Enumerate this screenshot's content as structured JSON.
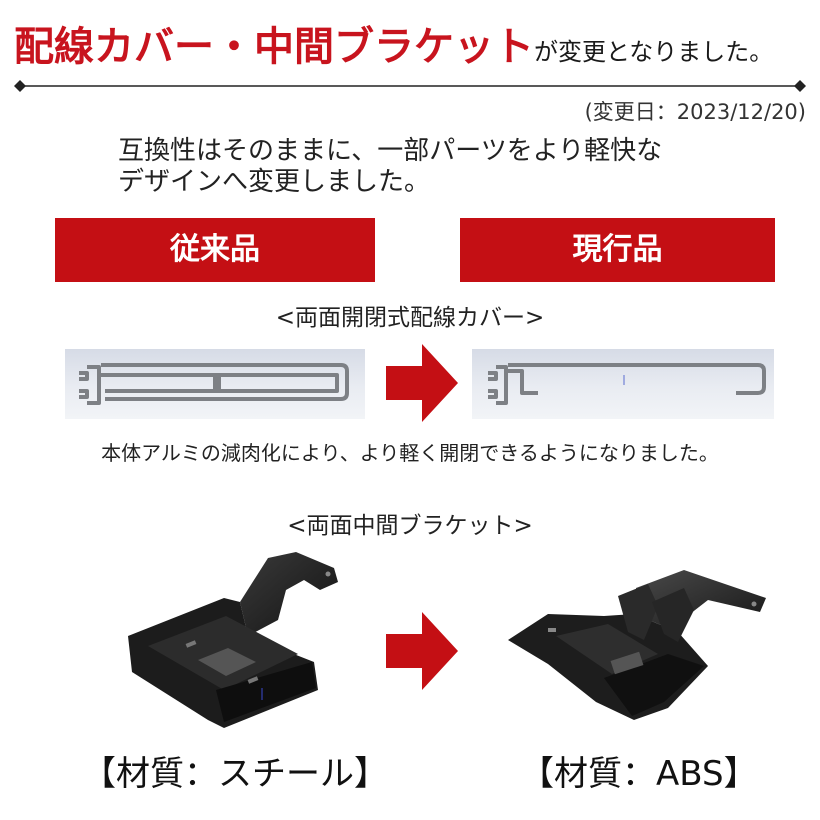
{
  "header": {
    "title_main": "配線カバー・中間ブラケット",
    "title_suffix": "が変更となりました。",
    "date": "(変更日：2023/12/20)"
  },
  "lead": {
    "line1": "互換性はそのままに、一部パーツをより軽快な",
    "line2": "デザインへ変更しました。"
  },
  "labels": {
    "old": "従来品",
    "new": "現行品"
  },
  "cover_section": {
    "heading": "<両面開閉式配線カバー>",
    "note": "本体アルミの減肉化により、より軽く開閉できるようになりました。"
  },
  "bracket_section": {
    "heading": "<両面中間ブラケット>",
    "material_old": "【材質：スチール】",
    "material_new": "【材質：ABS】"
  },
  "colors": {
    "accent_red": "#c8141e",
    "label_red": "#c40f14",
    "part_gray": "#7d8085",
    "bracket_black": "#1f1f1f"
  }
}
